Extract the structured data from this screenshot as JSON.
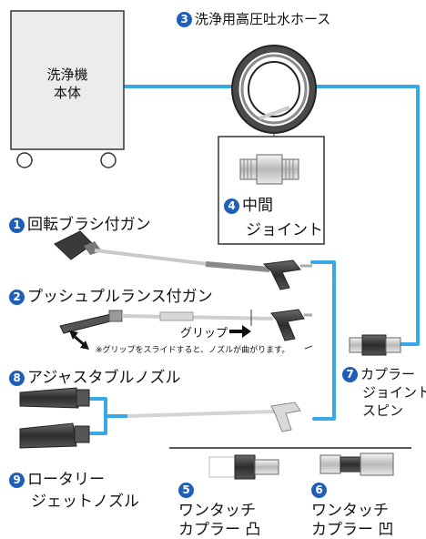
{
  "unit_body": "洗浄機\n本体",
  "hose": {
    "num": "3",
    "label": "洗浄用高圧吐水ホース"
  },
  "joint": {
    "num": "4",
    "label": "中間",
    "label2": "ジョイント"
  },
  "gun1": {
    "num": "1",
    "label": "回転ブラシ付ガン"
  },
  "gun2": {
    "num": "2",
    "label": "プッシュプルランス付ガン"
  },
  "grip": {
    "label": "グリップ",
    "note": "※グリップをスライドすると、ノズルが曲がります。"
  },
  "nozzle8": {
    "num": "8",
    "label": "アジャスタブルノズル"
  },
  "nozzle9": {
    "num": "9",
    "label": "ロータリー",
    "label2": "ジェットノズル"
  },
  "coupler7": {
    "num": "7",
    "label": "カプラー",
    "label2": "ジョイント",
    "label3": "スピン"
  },
  "coupler5": {
    "num": "5",
    "label": "ワンタッチ",
    "label2": "カプラー 凸"
  },
  "coupler6": {
    "num": "6",
    "label": "ワンタッチ",
    "label2": "カプラー 凹"
  },
  "colors": {
    "accent": "#1f5fb8",
    "line": "#39a8e6"
  }
}
